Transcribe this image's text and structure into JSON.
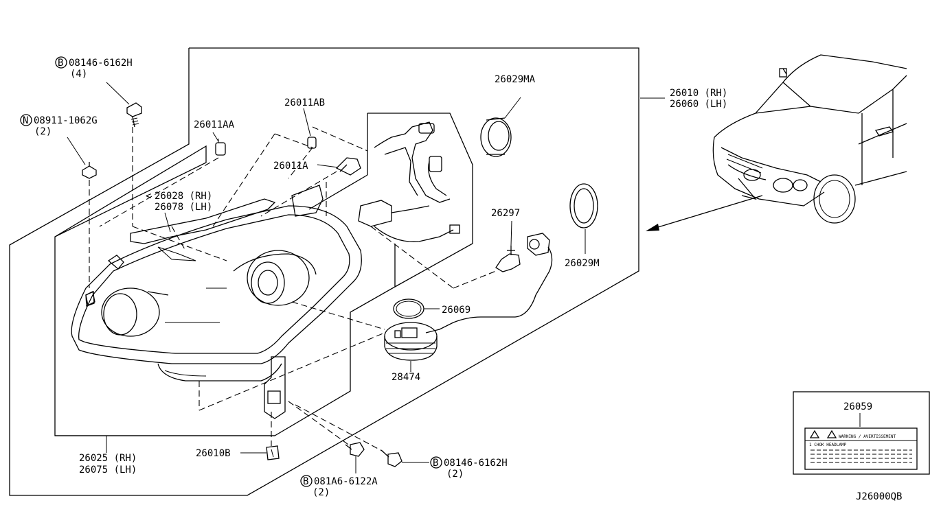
{
  "diagram_id": "J26000QB",
  "parts": {
    "p_26010": [
      "26010 (RH)",
      "26060 (LH)"
    ],
    "p_26029MA": "26029MA",
    "p_26011AB": "26011AB",
    "p_26011AA": "26011AA",
    "p_26011A": "26011A",
    "p_26028": [
      "26028 (RH)",
      "26078 (LH)"
    ],
    "p_26297": "26297",
    "p_26029M": "26029M",
    "p_26069": "26069",
    "p_28474": "28474",
    "p_26025": [
      "26025 (RH)",
      "26075 (LH)"
    ],
    "p_26010B": "26010B",
    "p_26059": "26059"
  },
  "fasteners": {
    "bolt_top": {
      "prefix": "B",
      "number": "08146-6162H",
      "qty": "(4)"
    },
    "nut_left": {
      "prefix": "N",
      "number": "08911-1062G",
      "qty": "(2)"
    },
    "bolt_bottom_right": {
      "prefix": "B",
      "number": "08146-6162H",
      "qty": "(2)"
    },
    "bolt_bottom": {
      "prefix": "B",
      "number": "081A6-6122A",
      "qty": "(2)"
    }
  },
  "label_card": {
    "warning_text": "WARNING / AVERTISSEMENT",
    "sub_text": "1 CHOK HEADLAMP"
  }
}
